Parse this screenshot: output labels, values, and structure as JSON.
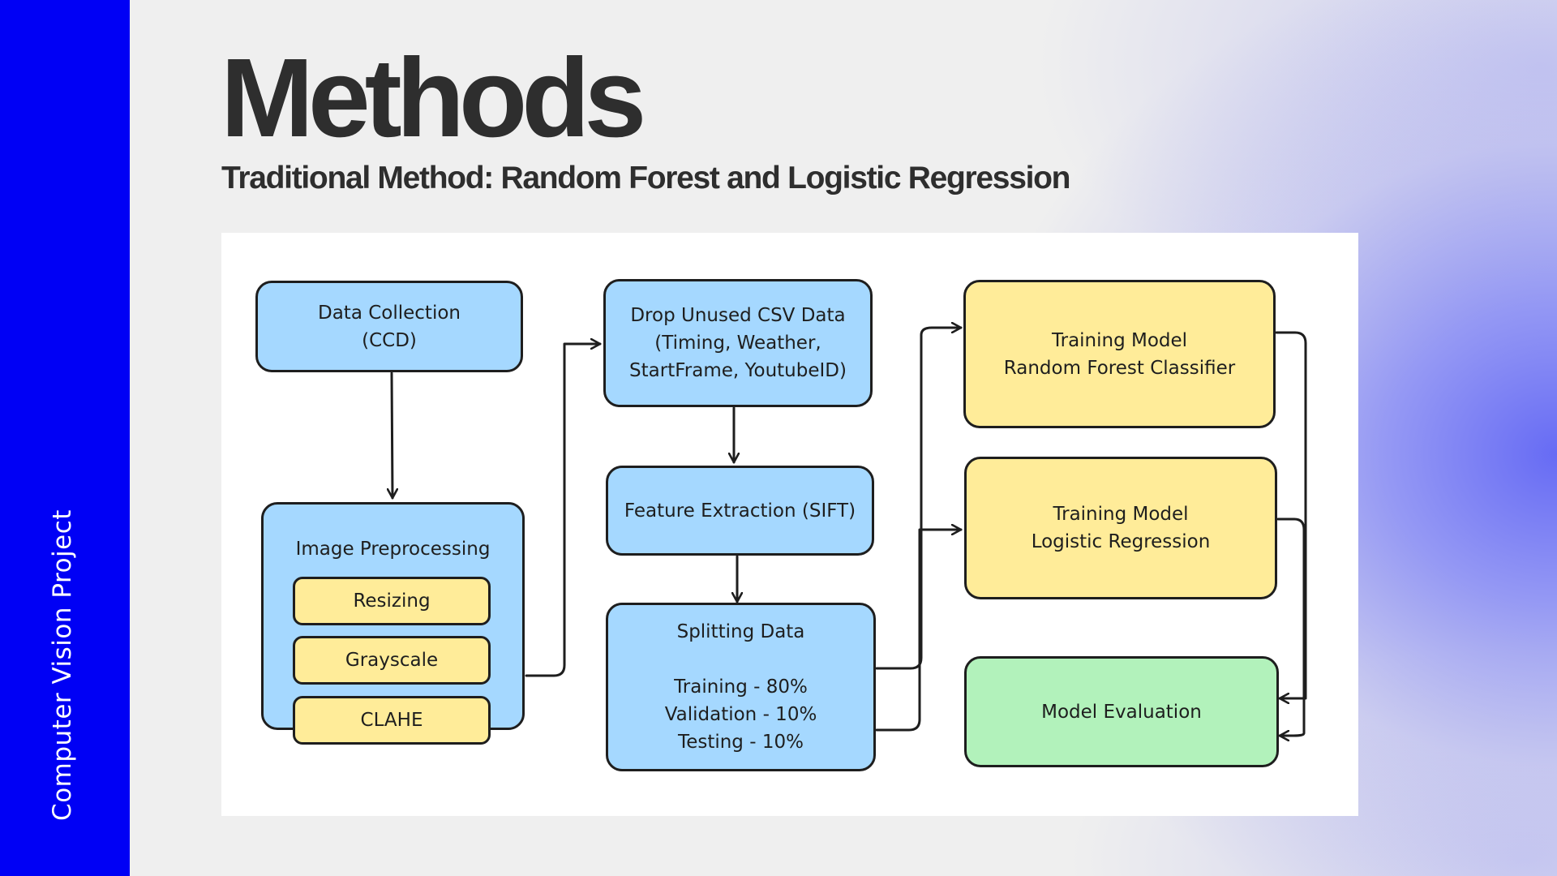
{
  "sidebar": {
    "label": "Computer Vision Project"
  },
  "slide": {
    "title": "Methods",
    "subtitle": "Traditional Method: Random Forest and Logistic Regression"
  },
  "colors": {
    "accent": "#0000f5",
    "process_box": "#a5d8ff",
    "step_box": "#ffec99",
    "model_box": "#ffec99",
    "evaluation_box": "#b2f2bb"
  },
  "diagram": {
    "data_collection": {
      "line1": "Data Collection",
      "line2": "(CCD)"
    },
    "image_preprocessing": {
      "label": "Image Preprocessing",
      "steps": [
        "Resizing",
        "Grayscale",
        "CLAHE"
      ]
    },
    "drop_csv": {
      "line1": "Drop Unused CSV Data",
      "line2": "(Timing, Weather,",
      "line3": "StartFrame, YoutubeID)"
    },
    "feature_extraction": {
      "label": "Feature Extraction (SIFT)"
    },
    "splitting": {
      "title": "Splitting Data",
      "training": "Training - 80%",
      "validation": "Validation - 10%",
      "testing": "Testing - 10%"
    },
    "rf_training": {
      "line1": "Training Model",
      "line2": "Random Forest Classifier"
    },
    "lr_training": {
      "line1": "Training Model",
      "line2": "Logistic Regression"
    },
    "evaluation": {
      "label": "Model Evaluation"
    }
  }
}
